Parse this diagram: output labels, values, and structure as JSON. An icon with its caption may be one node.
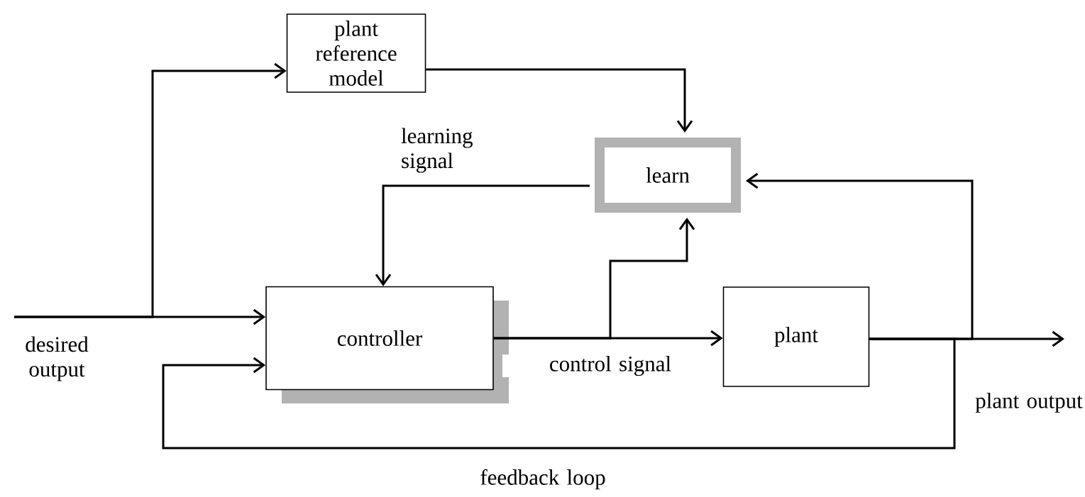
{
  "diagram": {
    "nodes": [
      {
        "text": [
          "plant reference model"
        ]
      },
      {
        "text": [
          "learn"
        ]
      },
      {
        "text": [
          "controller"
        ]
      },
      {
        "text": [
          "plant"
        ]
      }
    ],
    "edges": [
      {
        "from": null,
        "to": 2,
        "arrow": "to"
      },
      {
        "from": null,
        "to": 0,
        "arrow": "to"
      },
      {
        "from": 0,
        "to": 1,
        "arrow": "to"
      },
      {
        "from": 1,
        "to": 2,
        "arrow": "to",
        "label": "learning signal"
      },
      {
        "from": 2,
        "to": 3,
        "arrow": "to",
        "label": "control signal"
      },
      {
        "from": 2,
        "to": 1,
        "arrow": "to"
      },
      {
        "from": 3,
        "to": null,
        "arrow": "to"
      },
      {
        "from": 3,
        "to": 1,
        "arrow": "to"
      },
      {
        "from": 3,
        "to": 2,
        "arrow": "to",
        "label": "feedback loop"
      }
    ],
    "labels": [
      "desired output",
      "plant output"
    ]
  }
}
